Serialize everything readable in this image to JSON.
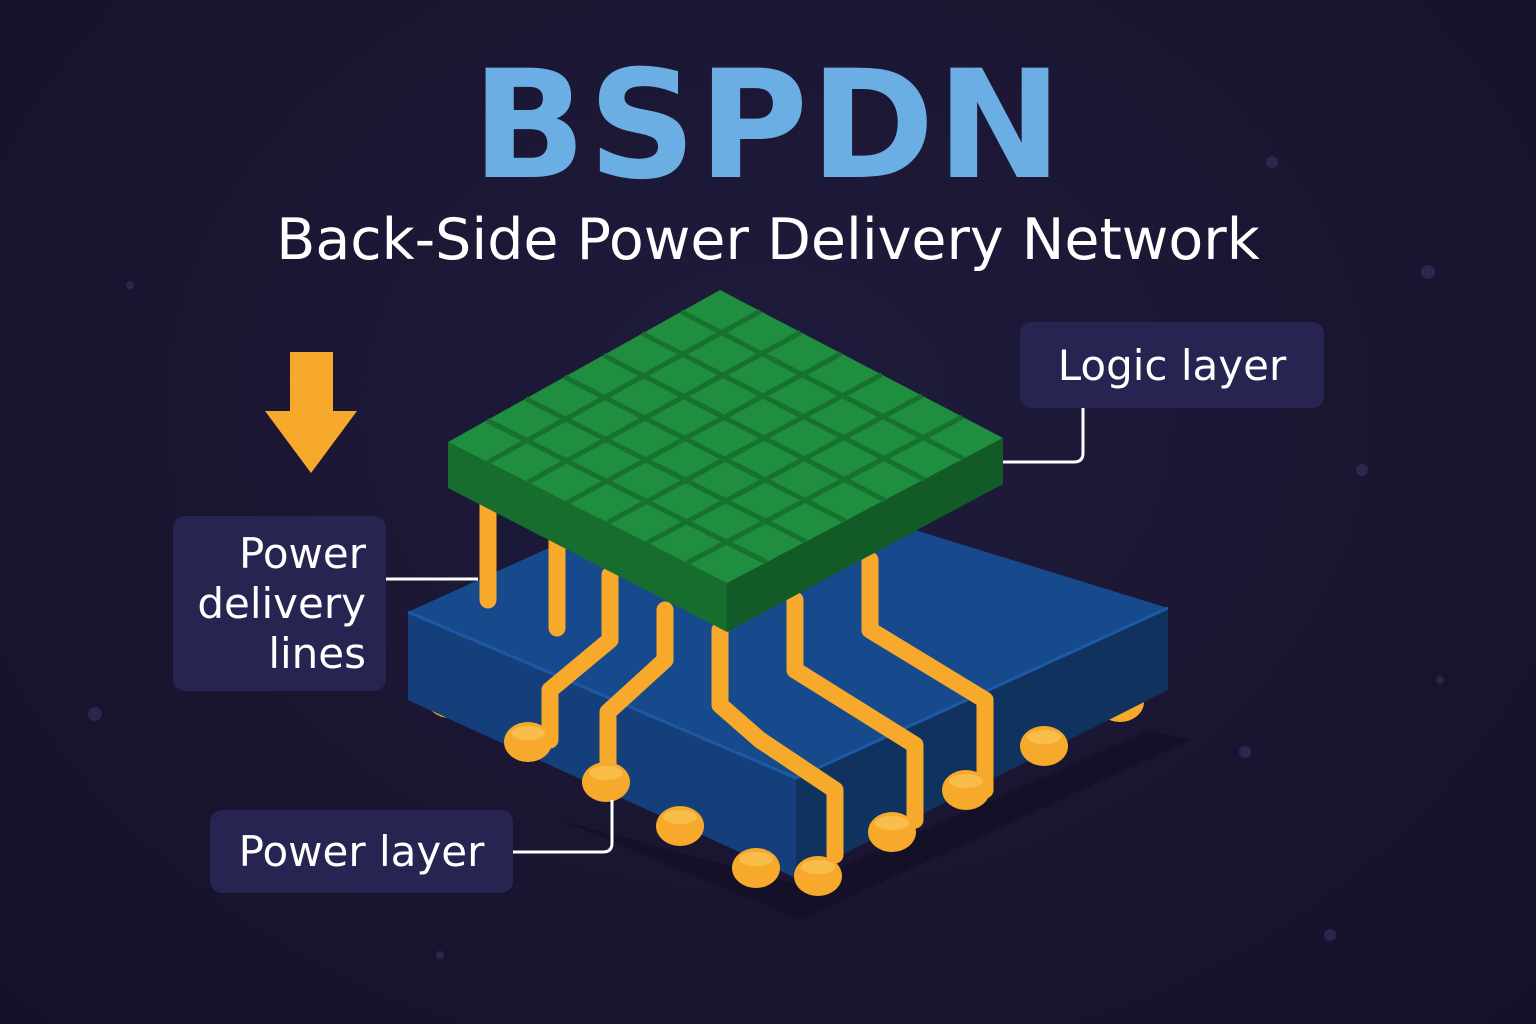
{
  "title": "BSPDN",
  "subtitle": "Back-Side Power Delivery Network",
  "labels": {
    "logic_layer": "Logic layer",
    "power_delivery_lines": "Power\ndelivery\nlines",
    "power_layer": "Power layer"
  },
  "colors": {
    "background": "#1a1633",
    "title": "#6aaee3",
    "subtitle": "#ffffff",
    "label_bg": "#272452",
    "label_text": "#ffffff",
    "logic_top": "#1f8e3e",
    "logic_grid": "#17712f",
    "logic_side_left": "#176d2e",
    "logic_side_right": "#125a26",
    "power_top": "#164a8c",
    "power_side_left": "#153f7a",
    "power_side_right": "#10325f",
    "trace": "#f6a92a",
    "bump": "#f6a92a",
    "arrow": "#f6a92a",
    "leader": "#ffffff"
  },
  "icons": {
    "arrow": "arrow-down-icon"
  }
}
